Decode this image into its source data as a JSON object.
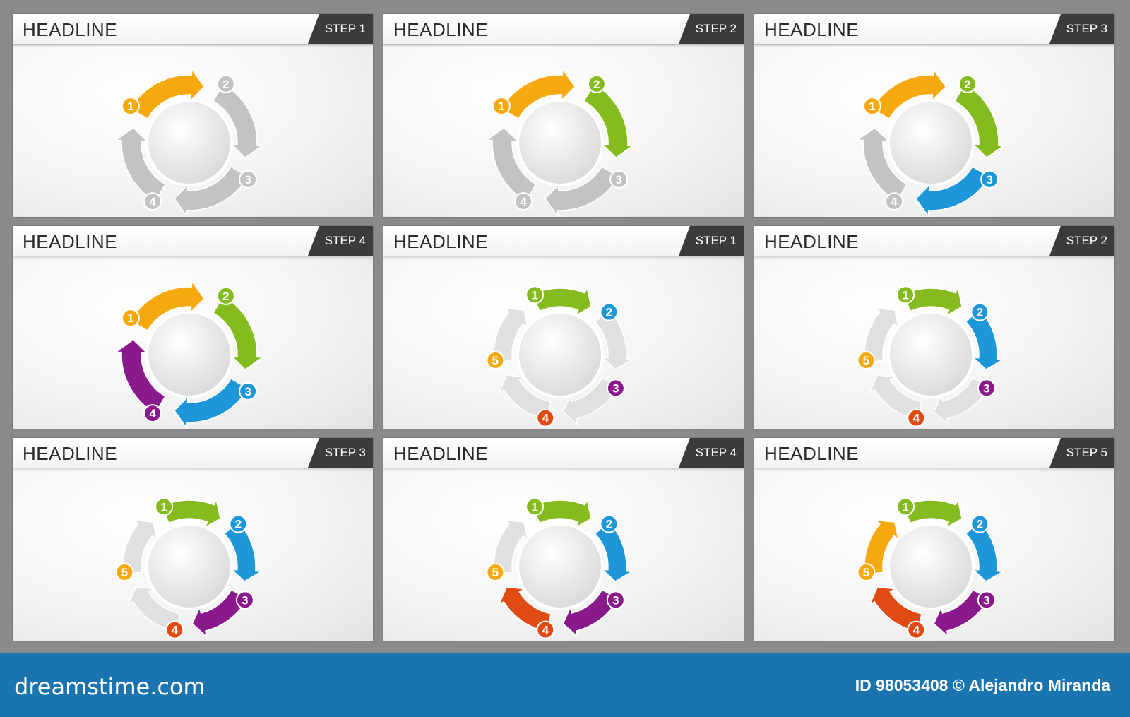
{
  "colors": {
    "inactive": "#c3c3c3",
    "inactive_light": "#e0e0e0",
    "yellow": "#f5a90f",
    "green": "#86bb1f",
    "blue": "#1d97d7",
    "purple": "#8a1a8c",
    "red": "#e04b14"
  },
  "slides": [
    {
      "headline": "HEADLINE",
      "step": "STEP 1",
      "diagram": {
        "type": "four-step",
        "segments": [
          {
            "number": "1",
            "color": "yellow",
            "active": true
          },
          {
            "number": "2",
            "color": "green",
            "active": false
          },
          {
            "number": "3",
            "color": "blue",
            "active": false
          },
          {
            "number": "4",
            "color": "purple",
            "active": false
          }
        ]
      }
    },
    {
      "headline": "HEADLINE",
      "step": "STEP 2",
      "diagram": {
        "type": "four-step",
        "segments": [
          {
            "number": "1",
            "color": "yellow",
            "active": true
          },
          {
            "number": "2",
            "color": "green",
            "active": true
          },
          {
            "number": "3",
            "color": "blue",
            "active": false
          },
          {
            "number": "4",
            "color": "purple",
            "active": false
          }
        ]
      }
    },
    {
      "headline": "HEADLINE",
      "step": "STEP 3",
      "diagram": {
        "type": "four-step",
        "segments": [
          {
            "number": "1",
            "color": "yellow",
            "active": true
          },
          {
            "number": "2",
            "color": "green",
            "active": true
          },
          {
            "number": "3",
            "color": "blue",
            "active": true
          },
          {
            "number": "4",
            "color": "purple",
            "active": false
          }
        ]
      }
    },
    {
      "headline": "HEADLINE",
      "step": "STEP 4",
      "diagram": {
        "type": "four-step",
        "segments": [
          {
            "number": "1",
            "color": "yellow",
            "active": true
          },
          {
            "number": "2",
            "color": "green",
            "active": true
          },
          {
            "number": "3",
            "color": "blue",
            "active": true
          },
          {
            "number": "4",
            "color": "purple",
            "active": true
          }
        ]
      }
    },
    {
      "headline": "HEADLINE",
      "step": "STEP 1",
      "diagram": {
        "type": "five-step",
        "segments": [
          {
            "number": "1",
            "color": "green",
            "active": true
          },
          {
            "number": "2",
            "color": "blue",
            "active": false
          },
          {
            "number": "3",
            "color": "purple",
            "active": false
          },
          {
            "number": "4",
            "color": "red",
            "active": false
          },
          {
            "number": "5",
            "color": "yellow",
            "active": false
          }
        ]
      }
    },
    {
      "headline": "HEADLINE",
      "step": "STEP 2",
      "diagram": {
        "type": "five-step",
        "segments": [
          {
            "number": "1",
            "color": "green",
            "active": true
          },
          {
            "number": "2",
            "color": "blue",
            "active": true
          },
          {
            "number": "3",
            "color": "purple",
            "active": false
          },
          {
            "number": "4",
            "color": "red",
            "active": false
          },
          {
            "number": "5",
            "color": "yellow",
            "active": false
          }
        ]
      }
    },
    {
      "headline": "HEADLINE",
      "step": "STEP 3",
      "diagram": {
        "type": "five-step",
        "segments": [
          {
            "number": "1",
            "color": "green",
            "active": true
          },
          {
            "number": "2",
            "color": "blue",
            "active": true
          },
          {
            "number": "3",
            "color": "purple",
            "active": true
          },
          {
            "number": "4",
            "color": "red",
            "active": false
          },
          {
            "number": "5",
            "color": "yellow",
            "active": false
          }
        ]
      }
    },
    {
      "headline": "HEADLINE",
      "step": "STEP 4",
      "diagram": {
        "type": "five-step",
        "segments": [
          {
            "number": "1",
            "color": "green",
            "active": true
          },
          {
            "number": "2",
            "color": "blue",
            "active": true
          },
          {
            "number": "3",
            "color": "purple",
            "active": true
          },
          {
            "number": "4",
            "color": "red",
            "active": true
          },
          {
            "number": "5",
            "color": "yellow",
            "active": false
          }
        ]
      }
    },
    {
      "headline": "HEADLINE",
      "step": "STEP 5",
      "diagram": {
        "type": "five-step",
        "segments": [
          {
            "number": "1",
            "color": "green",
            "active": true
          },
          {
            "number": "2",
            "color": "blue",
            "active": true
          },
          {
            "number": "3",
            "color": "purple",
            "active": true
          },
          {
            "number": "4",
            "color": "red",
            "active": true
          },
          {
            "number": "5",
            "color": "yellow",
            "active": true
          }
        ]
      }
    }
  ],
  "footer": {
    "logo": "dreamstime.com",
    "credit": "ID 98053408 © Alejandro Miranda"
  }
}
